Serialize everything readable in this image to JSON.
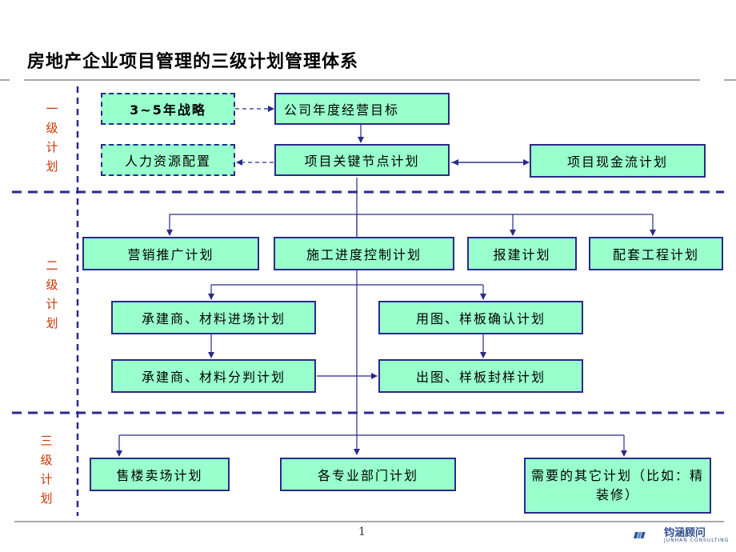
{
  "title": "房地产企业项目管理的三级计划管理体系",
  "levels": {
    "one": [
      "一",
      "级",
      "计",
      "划"
    ],
    "two": [
      "二",
      "级",
      "计",
      "划"
    ],
    "three": [
      "三",
      "级",
      "计",
      "划"
    ]
  },
  "boxes": {
    "strategy": "3~5年战略",
    "annual_goal": "公司年度经营目标",
    "hr_config": "人力资源配置",
    "key_node": "项目关键节点计划",
    "cashflow": "项目现金流计划",
    "marketing": "营销推广计划",
    "construction": "施工进度控制计划",
    "permit": "报建计划",
    "supporting": "配套工程计划",
    "contractor_entry": "承建商、材料进场计划",
    "drawing_confirm": "用图、样板确认计划",
    "contractor_bid": "承建商、材料分判计划",
    "drawing_seal": "出图、样板封样计划",
    "sales": "售楼卖场计划",
    "departments": "各专业部门计划",
    "other": "需要的其它计划（比如：精装修）"
  },
  "page_number": "1",
  "logo": {
    "name": "钧涵顾问",
    "sub": "JUNHAN CONSULTING"
  },
  "colors": {
    "box_fill": "#99ffcc",
    "box_border": "#2a2a8c",
    "line": "#2a2a8c",
    "level_text": "#cc3300"
  }
}
